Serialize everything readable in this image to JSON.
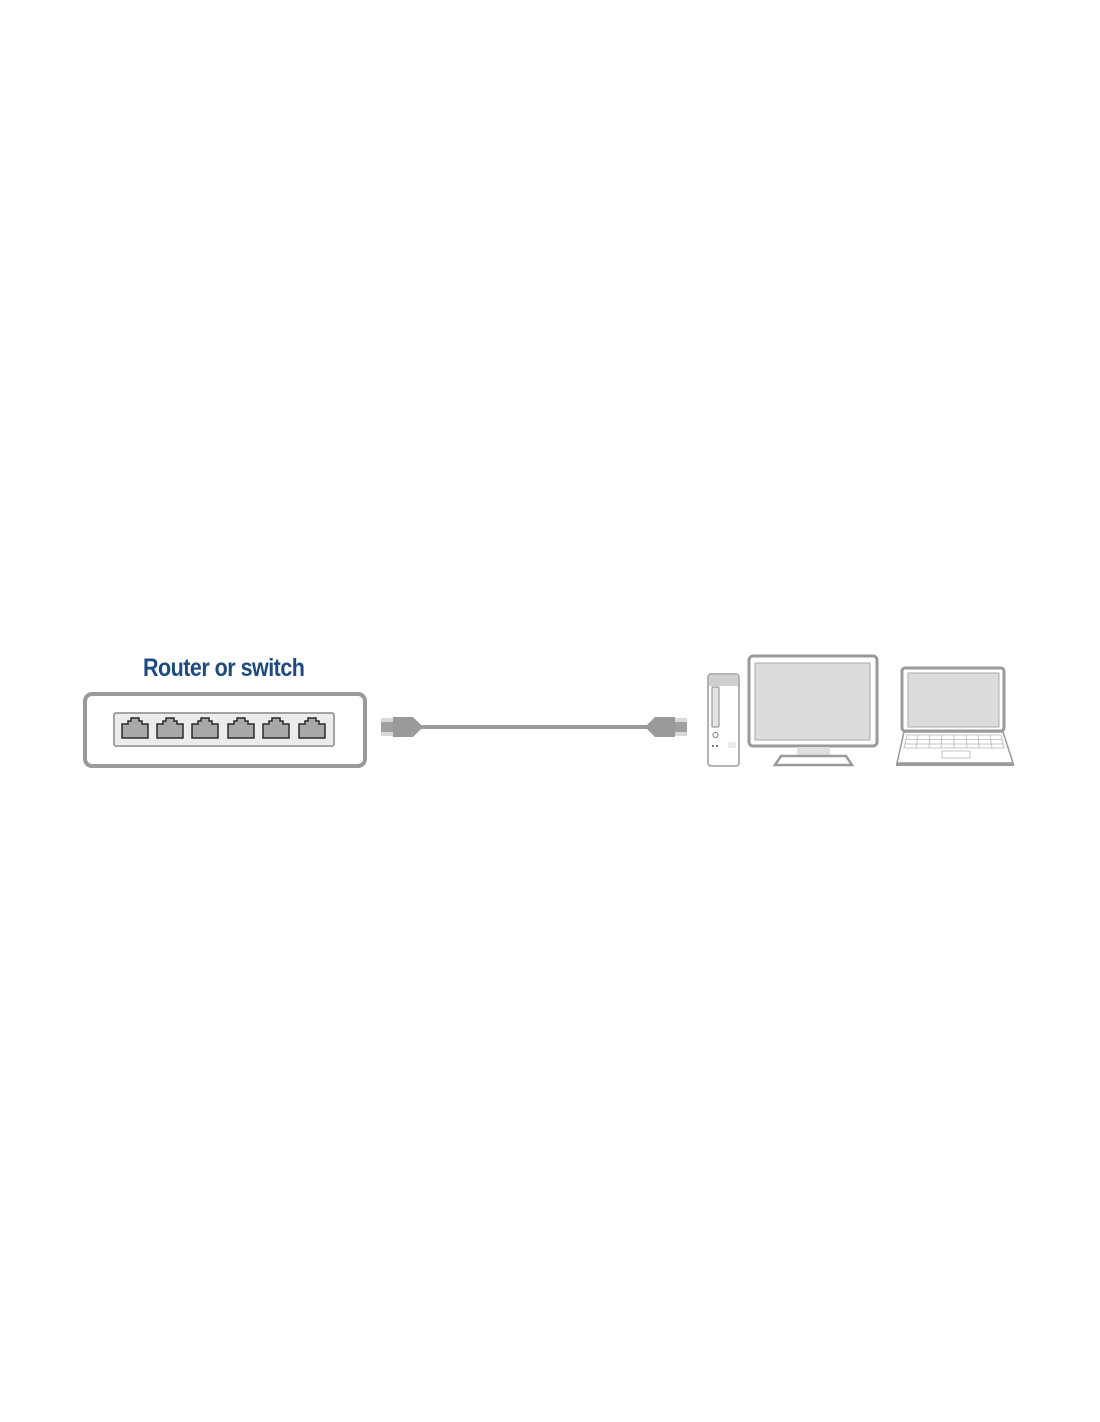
{
  "diagram": {
    "title": "Router or switch",
    "colors": {
      "label": "#1f4a80",
      "outline": "#9a9a9a",
      "port_fill": "#a8a8a8",
      "screen_fill": "#dcdcdc",
      "cable": "#9a9a9a"
    },
    "nodes": [
      {
        "id": "router",
        "label": "Router or switch",
        "ports": 6
      },
      {
        "id": "desktop-tower",
        "label": ""
      },
      {
        "id": "monitor",
        "label": ""
      },
      {
        "id": "laptop",
        "label": ""
      }
    ],
    "edges": [
      {
        "from": "router",
        "to": "computers",
        "type": "ethernet-cable"
      }
    ]
  }
}
